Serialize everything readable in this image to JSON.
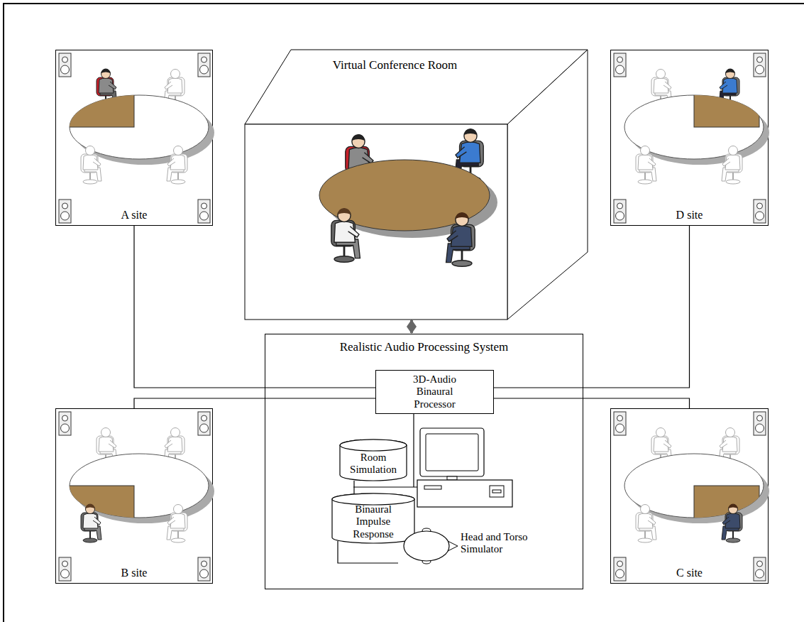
{
  "diagram": {
    "nodes": [
      {
        "text": [
          "A site"
        ]
      },
      {
        "text": [
          "Virtual Conference Room"
        ]
      },
      {
        "text": [
          "D site"
        ]
      },
      {
        "text": [
          "Realistic Audio Processing System"
        ]
      },
      {
        "text": [
          "3D-Audio Binaural Processor"
        ],
        "in": 3
      },
      {
        "text": [
          "Room Simulation"
        ],
        "in": 3
      },
      {
        "text": [
          "Binaural Impulse Response"
        ],
        "in": 3
      },
      {
        "text": [
          "Head and Torso Simulator"
        ],
        "in": 3
      },
      {
        "text": [
          "B site"
        ]
      },
      {
        "text": [
          "C site"
        ]
      }
    ],
    "edges": [
      {
        "from": 0,
        "to": 4,
        "arrow": "none"
      },
      {
        "from": 2,
        "to": 4,
        "arrow": "none"
      },
      {
        "from": 8,
        "to": 4,
        "arrow": "none"
      },
      {
        "from": 9,
        "to": 4,
        "arrow": "none"
      },
      {
        "from": 1,
        "to": 3,
        "arrow": "both"
      },
      {
        "from": 5,
        "to": 6,
        "arrow": "none"
      },
      {
        "from": 6,
        "to": 7,
        "arrow": "none"
      },
      {
        "from": 6,
        "to": 7,
        "arrow": "none"
      }
    ]
  }
}
